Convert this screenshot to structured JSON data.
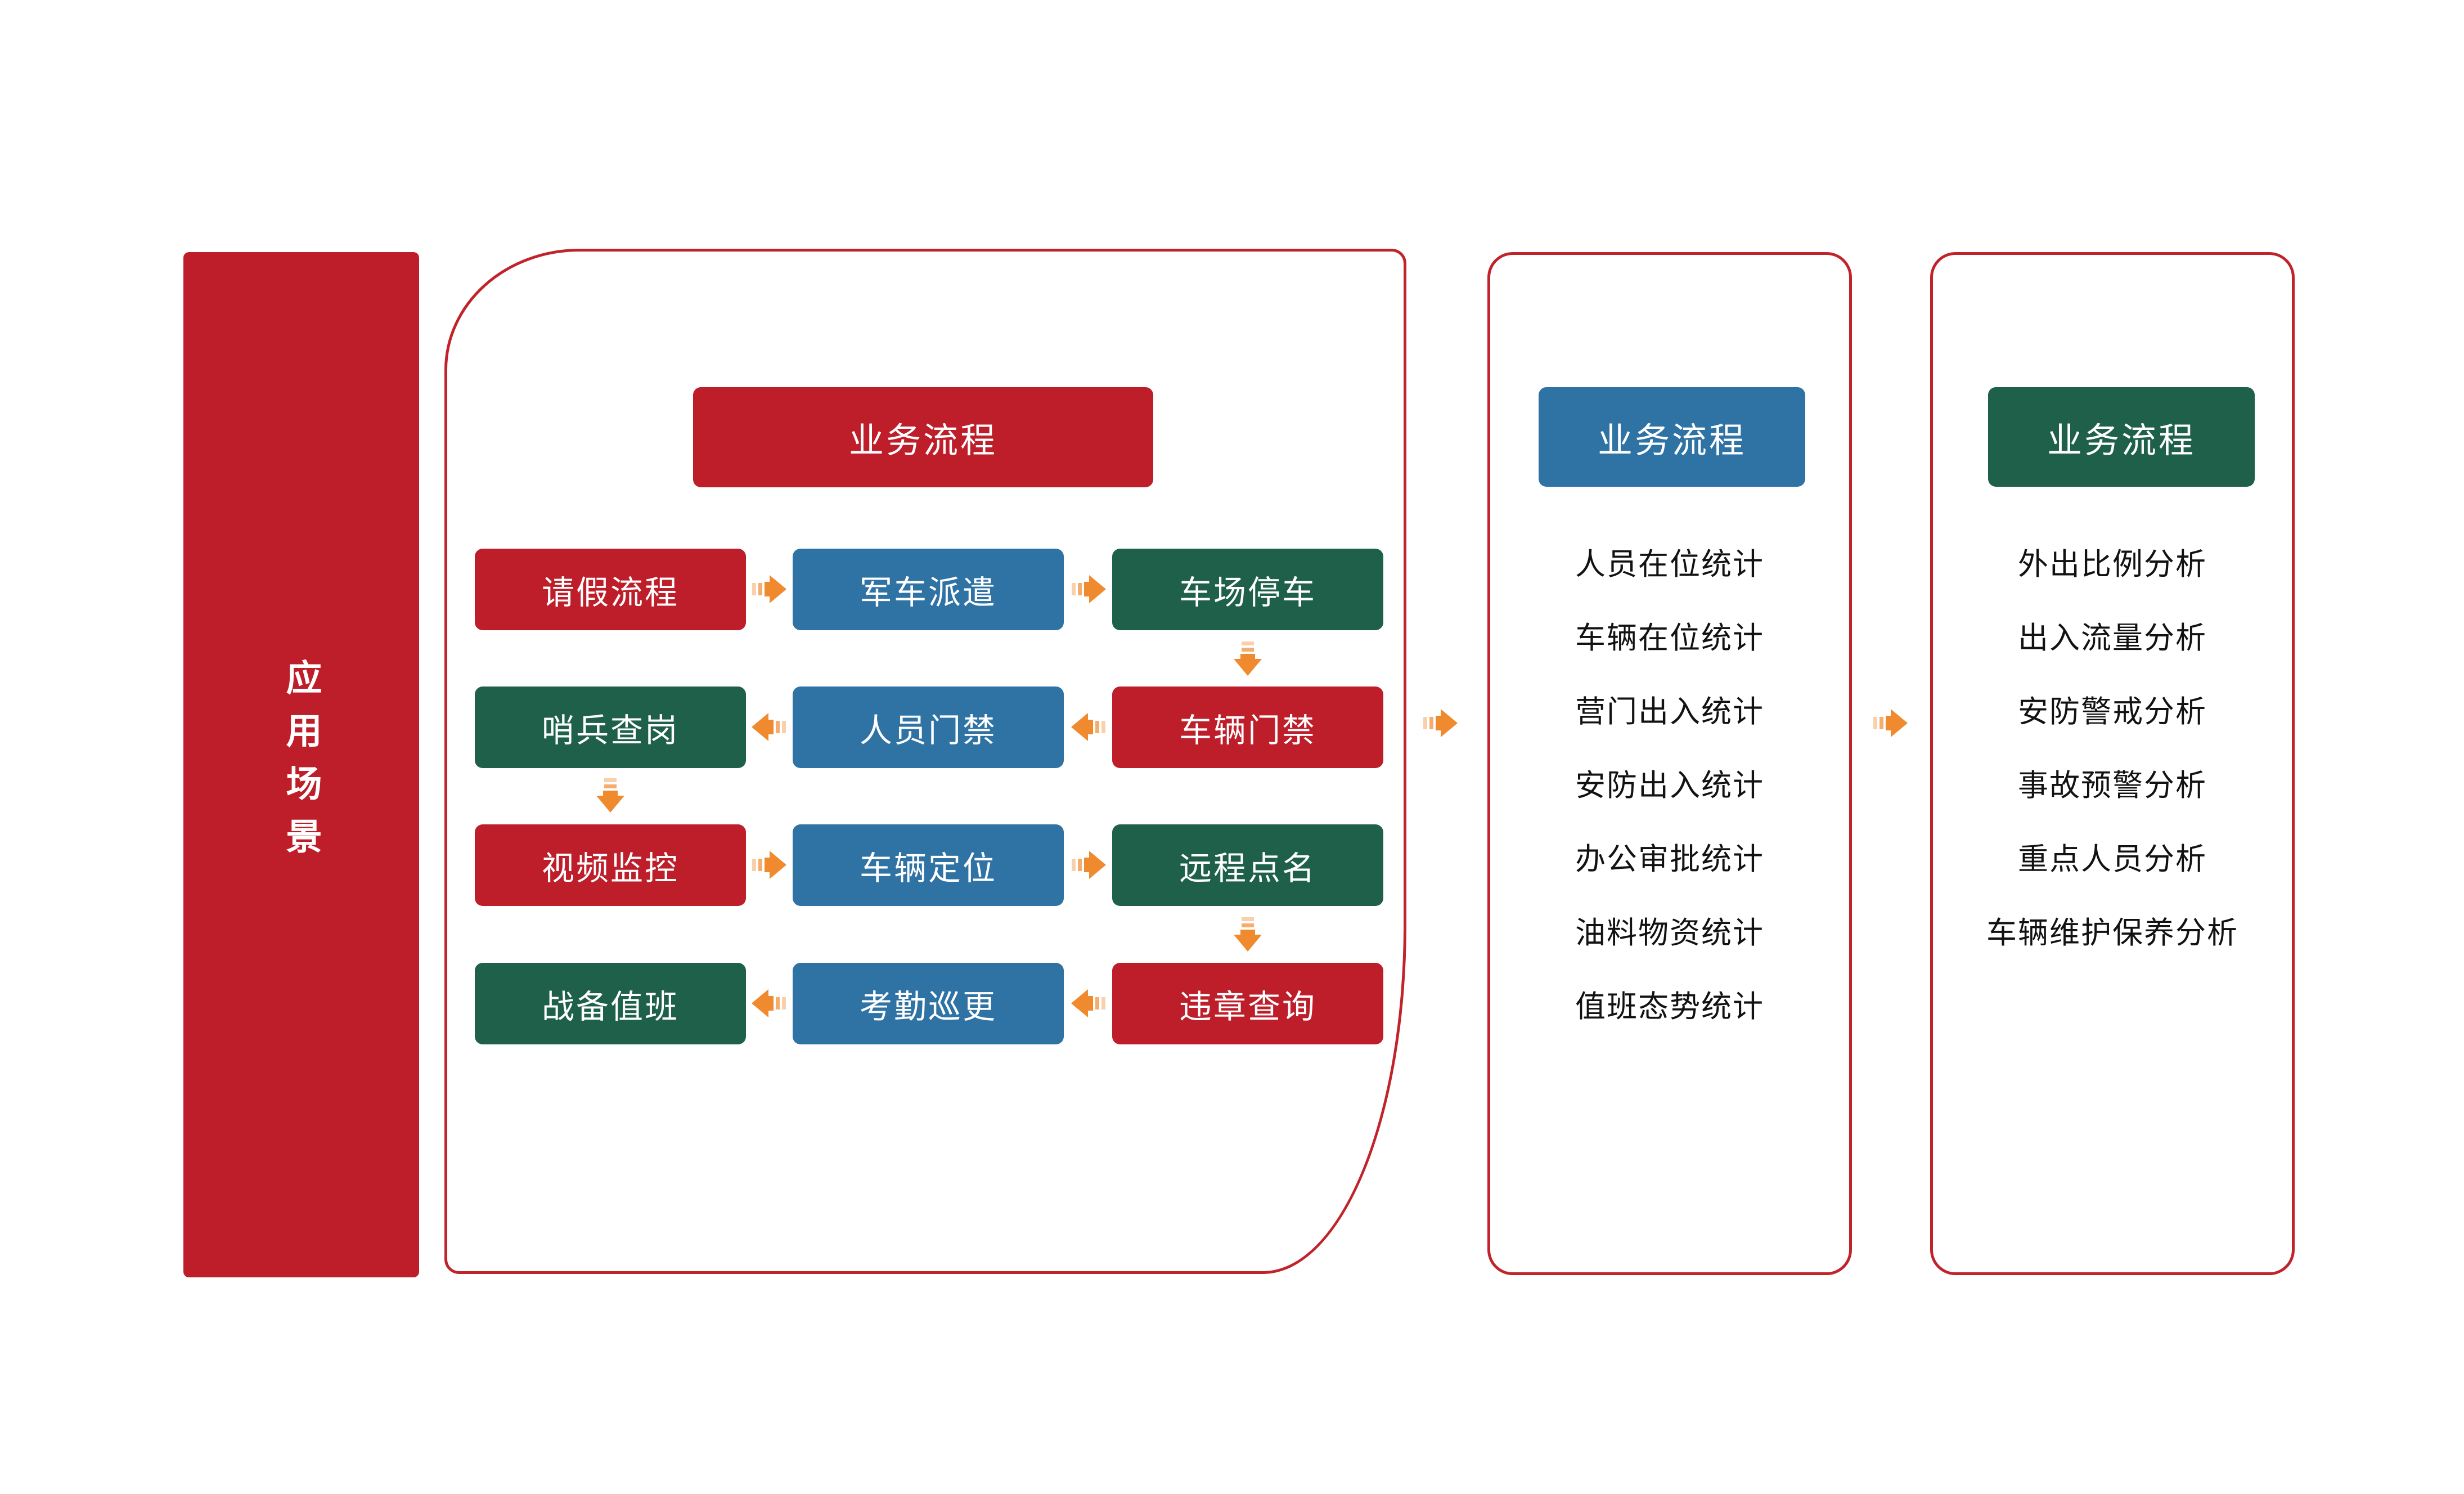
{
  "colors": {
    "red": "#BE1E2A",
    "blue": "#2F72A4",
    "green": "#1E6049",
    "arrow_orange": "#F08A2F",
    "panel_border_red": "#C1232B",
    "list_text": "#121212",
    "box_text": "#FFFFFF"
  },
  "sidebar": {
    "label": "应用场景"
  },
  "process_panel": {
    "header": "业务流程",
    "header_color": "red",
    "rows": [
      {
        "cells": [
          {
            "label": "请假流程",
            "color": "red"
          },
          {
            "label": "军车派遣",
            "color": "blue"
          },
          {
            "label": "车场停车",
            "color": "green"
          }
        ]
      },
      {
        "cells": [
          {
            "label": "哨兵查岗",
            "color": "green"
          },
          {
            "label": "人员门禁",
            "color": "blue"
          },
          {
            "label": "车辆门禁",
            "color": "red"
          }
        ]
      },
      {
        "cells": [
          {
            "label": "视频监控",
            "color": "red"
          },
          {
            "label": "车辆定位",
            "color": "blue"
          },
          {
            "label": "远程点名",
            "color": "green"
          }
        ]
      },
      {
        "cells": [
          {
            "label": "战备值班",
            "color": "green"
          },
          {
            "label": "考勤巡更",
            "color": "blue"
          },
          {
            "label": "违章查询",
            "color": "red"
          }
        ]
      }
    ]
  },
  "stats_panel": {
    "header": "业务流程",
    "header_color": "blue",
    "items": [
      "人员在位统计",
      "车辆在位统计",
      "营门出入统计",
      "安防出入统计",
      "办公审批统计",
      "油料物资统计",
      "值班态势统计"
    ]
  },
  "analysis_panel": {
    "header": "业务流程",
    "header_color": "green",
    "items": [
      "外出比例分析",
      "出入流量分析",
      "安防警戒分析",
      "事故预警分析",
      "重点人员分析",
      "车辆维护保养分析"
    ]
  }
}
